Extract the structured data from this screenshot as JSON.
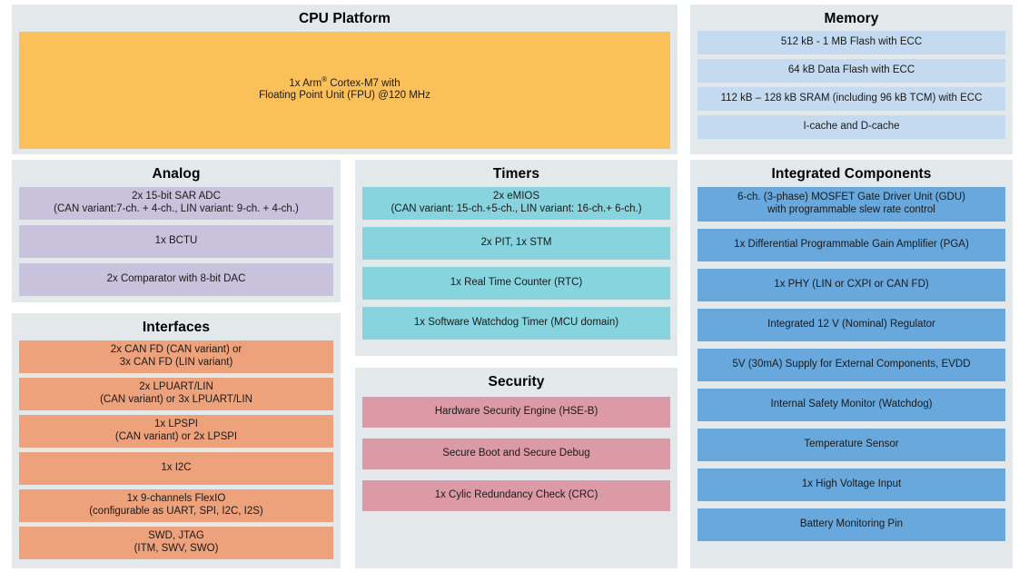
{
  "diagram": {
    "colors": {
      "page_background": "#ffffff",
      "panel_background": "#e3e8eb",
      "cpu": "#fbc05a",
      "memory": "#c3daf0",
      "analog": "#c9c2dc",
      "interfaces": "#eda27b",
      "timers": "#87d3de",
      "security": "#db9aa6",
      "integrated": "#68a8dc"
    }
  },
  "cpu_platform": {
    "title": "CPU Platform",
    "blocks": [
      {
        "line1": "1x Arm® Cortex-M7 with",
        "line2": "Floating Point Unit (FPU) @120 MHz"
      }
    ]
  },
  "memory": {
    "title": "Memory",
    "blocks": [
      {
        "line1": "512 kB - 1 MB Flash with ECC"
      },
      {
        "line1": "64 kB Data Flash with ECC"
      },
      {
        "line1": "112 kB – 128 kB SRAM (including 96 kB TCM) with ECC"
      },
      {
        "line1": "I-cache and D-cache"
      }
    ]
  },
  "analog": {
    "title": "Analog",
    "blocks": [
      {
        "line1": "2x 15-bit SAR ADC",
        "line2": "(CAN variant:7-ch. + 4-ch., LIN variant: 9-ch. + 4-ch.)"
      },
      {
        "line1": "1x BCTU"
      },
      {
        "line1": "2x Comparator with 8-bit DAC"
      }
    ]
  },
  "interfaces": {
    "title": "Interfaces",
    "blocks": [
      {
        "line1": "2x CAN FD (CAN variant) or",
        "line2": "3x CAN FD (LIN variant)"
      },
      {
        "line1": "2x LPUART/LIN",
        "line2": "(CAN variant) or 3x LPUART/LIN"
      },
      {
        "line1": "1x LPSPI",
        "line2": "(CAN variant) or 2x LPSPI"
      },
      {
        "line1": "1x I2C"
      },
      {
        "line1": "1x 9-channels FlexIO",
        "line2": "(configurable as UART, SPI, I2C, I2S)"
      },
      {
        "line1": "SWD, JTAG",
        "line2": "(ITM, SWV, SWO)"
      }
    ]
  },
  "timers": {
    "title": "Timers",
    "blocks": [
      {
        "line1": "2x eMIOS",
        "line2": "(CAN variant: 15-ch.+5-ch., LIN variant: 16-ch.+ 6-ch.)"
      },
      {
        "line1": "2x PIT, 1x STM"
      },
      {
        "line1": "1x Real Time Counter (RTC)"
      },
      {
        "line1": "1x Software Watchdog Timer (MCU domain)"
      }
    ]
  },
  "security": {
    "title": "Security",
    "blocks": [
      {
        "line1": "Hardware Security Engine (HSE-B)"
      },
      {
        "line1": "Secure Boot and Secure Debug"
      },
      {
        "line1": "1x Cylic Redundancy Check (CRC)"
      }
    ]
  },
  "integrated_components": {
    "title": "Integrated Components",
    "blocks": [
      {
        "line1": "6-ch. (3-phase) MOSFET Gate Driver Unit (GDU)",
        "line2": "with programmable slew rate control"
      },
      {
        "line1": "1x Differential Programmable Gain Amplifier (PGA)"
      },
      {
        "line1": "1x PHY (LIN or CXPI or CAN FD)"
      },
      {
        "line1": "Integrated 12 V (Nominal) Regulator"
      },
      {
        "line1": "5V (30mA) Supply for External Components, EVDD"
      },
      {
        "line1": "Internal Safety Monitor (Watchdog)"
      },
      {
        "line1": "Temperature Sensor"
      },
      {
        "line1": "1x High Voltage Input"
      },
      {
        "line1": "Battery Monitoring Pin"
      }
    ]
  }
}
